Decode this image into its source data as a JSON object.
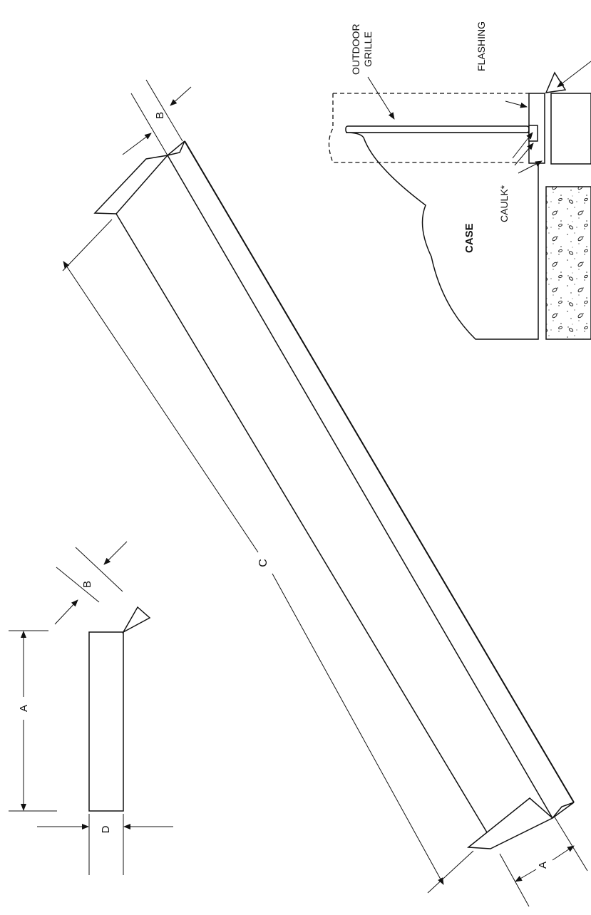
{
  "labels": {
    "outdoor_grille_line1": "OUTDOOR",
    "outdoor_grille_line2": "GRILLE",
    "flashing": "FLASHING",
    "caulk": "CAULK*",
    "case": "CASE",
    "dim_a": "A",
    "dim_b": "B",
    "dim_c": "C",
    "dim_d": "D"
  },
  "colors": {
    "ink": "#111111",
    "background": "#ffffff"
  }
}
